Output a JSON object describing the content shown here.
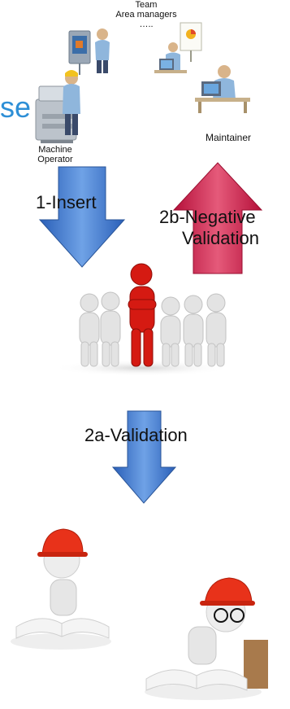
{
  "team": {
    "line1": "Team",
    "line2": "Area managers",
    "line3": "….."
  },
  "partial_word": "se",
  "machine_operator": {
    "line1": "Machine",
    "line2": "Operator"
  },
  "maintainer_label": "Maintainer",
  "steps": {
    "insert": "1-Insert",
    "negative_line1": "2b-Negative",
    "negative_line2": "Validation",
    "validation": "2a-Validation"
  },
  "colors": {
    "blue_arrow": "#3a6fc4",
    "red_arrow": "#c4153a",
    "partial_word": "#2e8fd6",
    "leader_figure": "#d51a12",
    "hardhat": "#e8321a"
  }
}
